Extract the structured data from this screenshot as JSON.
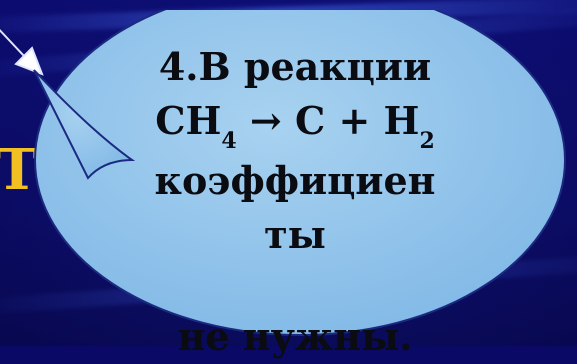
{
  "slide": {
    "left_glyph": "Т",
    "line1": "4.В реакции",
    "equation": {
      "ch": "CH",
      "ch_sub": "4",
      "arrow": "→",
      "c_plus_h": " C + H",
      "h_sub": "2"
    },
    "line3": "коэффициен",
    "line4": "ты",
    "line5": "не нужны."
  }
}
